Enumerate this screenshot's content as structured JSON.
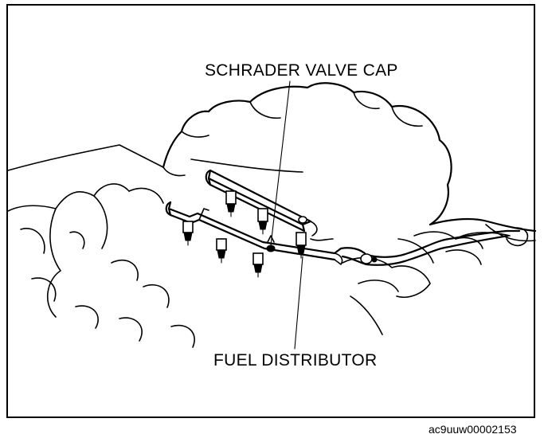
{
  "diagram": {
    "labels": {
      "schrader_valve_cap": "SCHRADER VALVE CAP",
      "fuel_distributor": "FUEL DISTRIBUTOR"
    },
    "figure_id": "ac9uuw00002153"
  }
}
